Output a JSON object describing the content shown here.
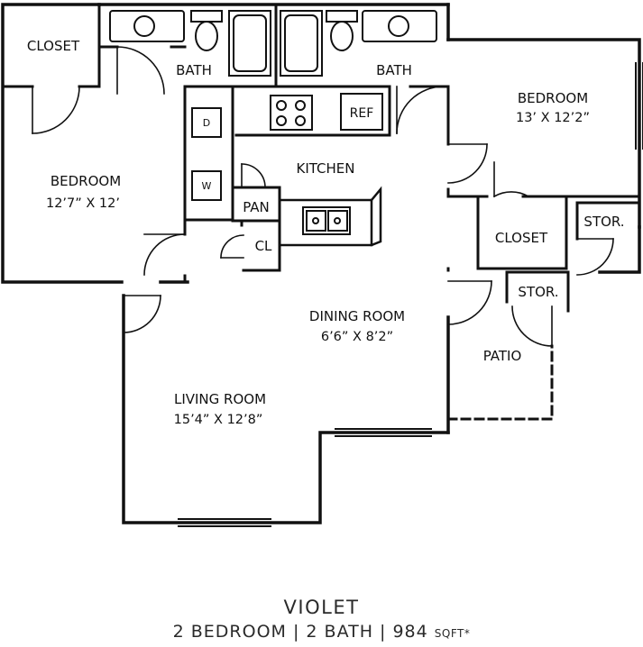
{
  "rooms": {
    "closet_left": "CLOSET",
    "bath_left": "BATH",
    "bath_right": "BATH",
    "bedroom_left": "BEDROOM",
    "bedroom_left_dim": "12’7” X 12’",
    "bedroom_right": "BEDROOM",
    "bedroom_right_dim": "13’ X 12’2”",
    "kitchen": "KITCHEN",
    "pantry": "PAN",
    "closet_small": "CL",
    "closet_right": "CLOSET",
    "storage_upper": "STOR.",
    "storage_lower": "STOR.",
    "dining": "DINING ROOM",
    "dining_dim": "6’6” X 8’2”",
    "living": "LIVING ROOM",
    "living_dim": "15’4” X 12’8”",
    "patio": "PATIO"
  },
  "appliances": {
    "dryer": "D",
    "washer": "W",
    "refrigerator": "REF"
  },
  "caption": {
    "plan_name": "VIOLET",
    "specs": "2 BEDROOM | 2 BATH | 984",
    "unit": "SQFT*"
  }
}
